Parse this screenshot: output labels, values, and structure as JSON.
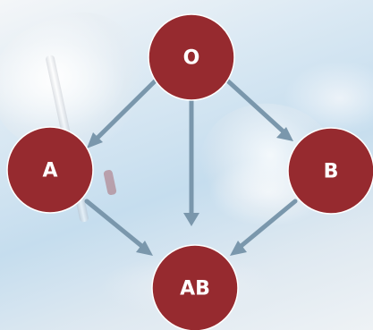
{
  "diagram": {
    "nodes": [
      {
        "id": "O",
        "label": "O"
      },
      {
        "id": "A",
        "label": "A"
      },
      {
        "id": "B",
        "label": "B"
      },
      {
        "id": "AB",
        "label": "AB"
      }
    ],
    "edges": [
      {
        "from": "O",
        "to": "A"
      },
      {
        "from": "O",
        "to": "AB"
      },
      {
        "from": "O",
        "to": "B"
      },
      {
        "from": "A",
        "to": "AB"
      },
      {
        "from": "B",
        "to": "AB"
      }
    ]
  },
  "colors": {
    "node_fill": "#962a2f",
    "node_stroke": "#ffffff",
    "arrow": "#7a97ac",
    "label": "#ffffff"
  }
}
